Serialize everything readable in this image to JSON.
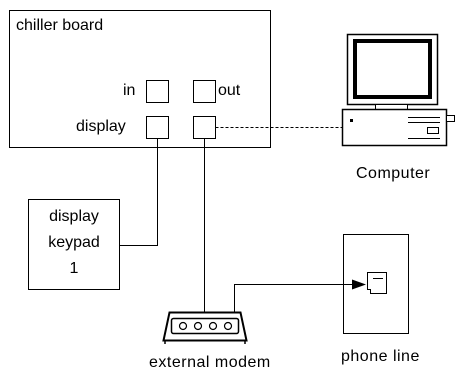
{
  "chiller_board": {
    "title": "chiller board",
    "port_in": "in",
    "port_out": "out",
    "port_display": "display"
  },
  "keypad": {
    "line1": "display",
    "line2": "keypad",
    "line3": "1"
  },
  "computer": {
    "label": "Computer"
  },
  "modem": {
    "label": "external modem"
  },
  "phone": {
    "label": "phone line"
  },
  "colors": {
    "stroke": "#000000",
    "background": "#ffffff",
    "screen": "#000000"
  }
}
